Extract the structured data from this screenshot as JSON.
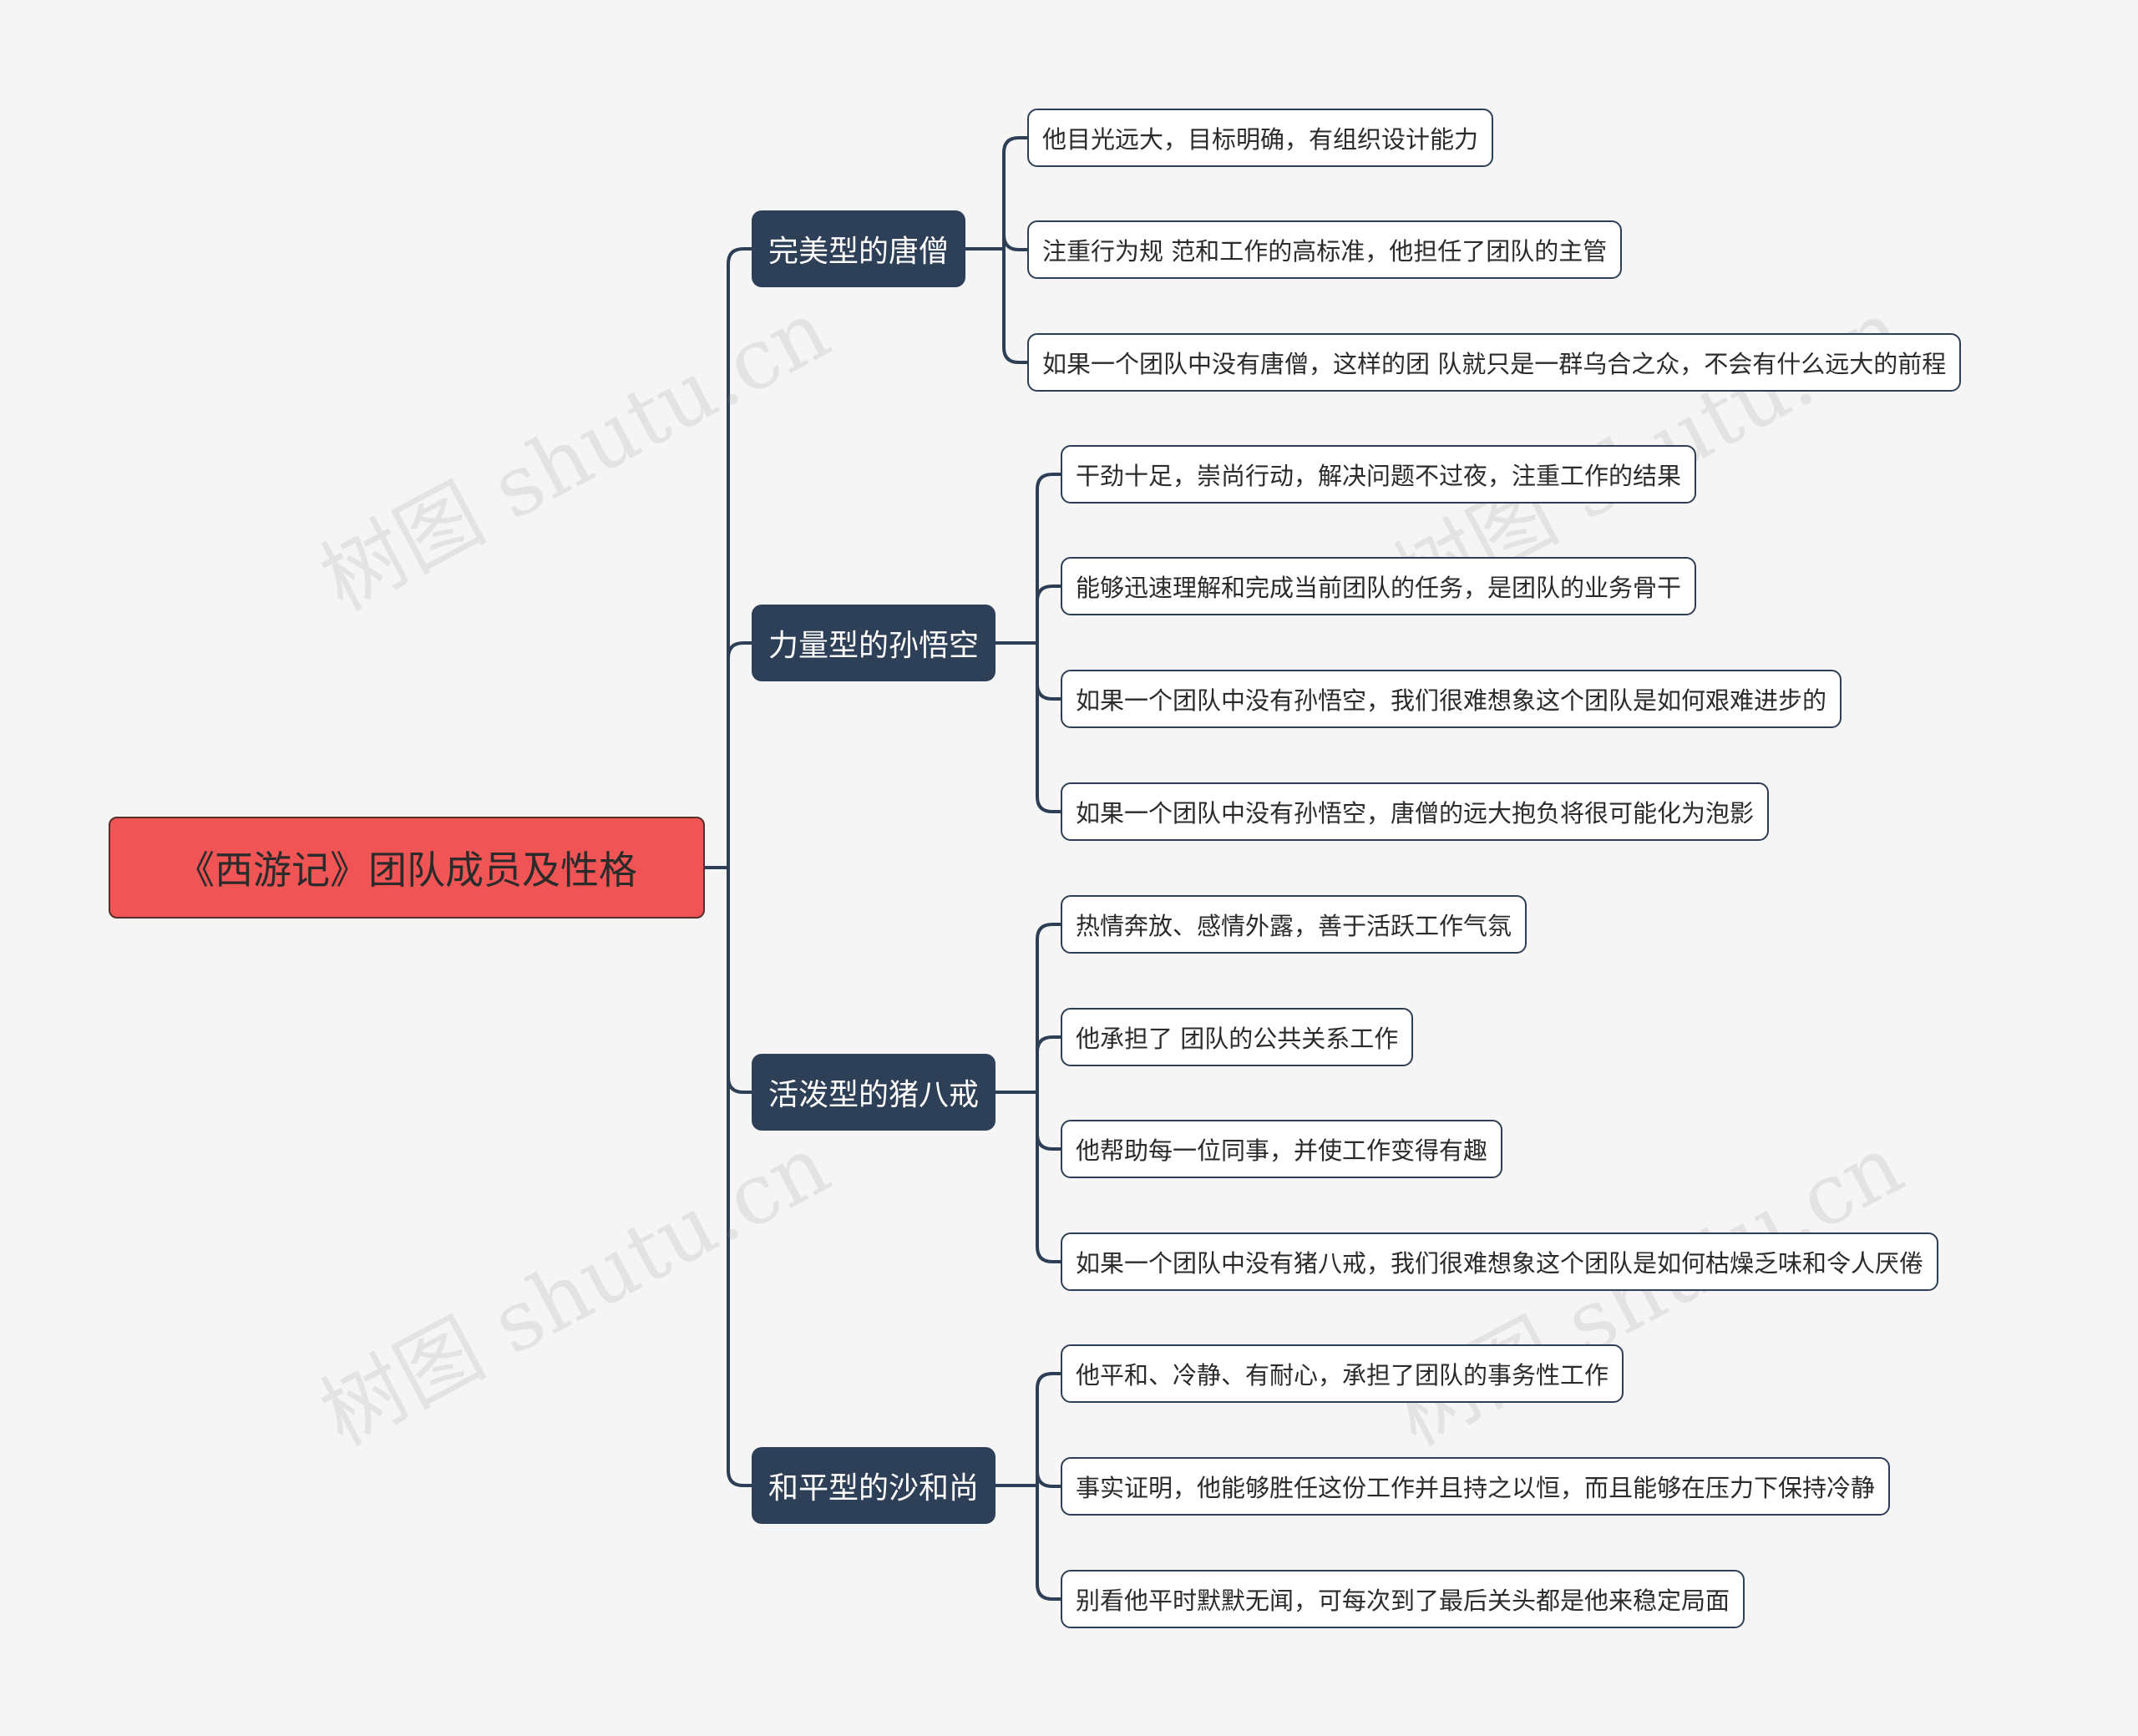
{
  "colors": {
    "root_bg": "#f05454",
    "branch_bg": "#2e4057",
    "leaf_border": "#2e3f55",
    "link": "#2e3f55",
    "background": "#f5f5f5"
  },
  "watermark": "树图 shutu.cn",
  "root": {
    "label": "《西游记》团队成员及性格"
  },
  "branches": [
    {
      "label": "完美型的唐僧",
      "leaves": [
        "他目光远大，目标明确，有组织设计能力",
        "注重行为规 范和工作的高标准，他担任了团队的主管",
        "如果一个团队中没有唐僧，这样的团 队就只是一群乌合之众，不会有什么远大的前程"
      ]
    },
    {
      "label": "力量型的孙悟空",
      "leaves": [
        "干劲十足，崇尚行动，解决问题不过夜，注重工作的结果",
        "能够迅速理解和完成当前团队的任务，是团队的业务骨干",
        "如果一个团队中没有孙悟空，我们很难想象这个团队是如何艰难进步的",
        "如果一个团队中没有孙悟空，唐僧的远大抱负将很可能化为泡影"
      ]
    },
    {
      "label": "活泼型的猪八戒",
      "leaves": [
        "热情奔放、感情外露，善于活跃工作气氛",
        "他承担了 团队的公共关系工作",
        "他帮助每一位同事，并使工作变得有趣",
        "如果一个团队中没有猪八戒，我们很难想象这个团队是如何枯燥乏味和令人厌倦"
      ]
    },
    {
      "label": "和平型的沙和尚",
      "leaves": [
        "他平和、冷静、有耐心，承担了团队的事务性工作",
        "事实证明，他能够胜任这份工作并且持之以恒，而且能够在压力下保持冷静",
        "别看他平时默默无闻，可每次到了最后关头都是他来稳定局面"
      ]
    }
  ]
}
